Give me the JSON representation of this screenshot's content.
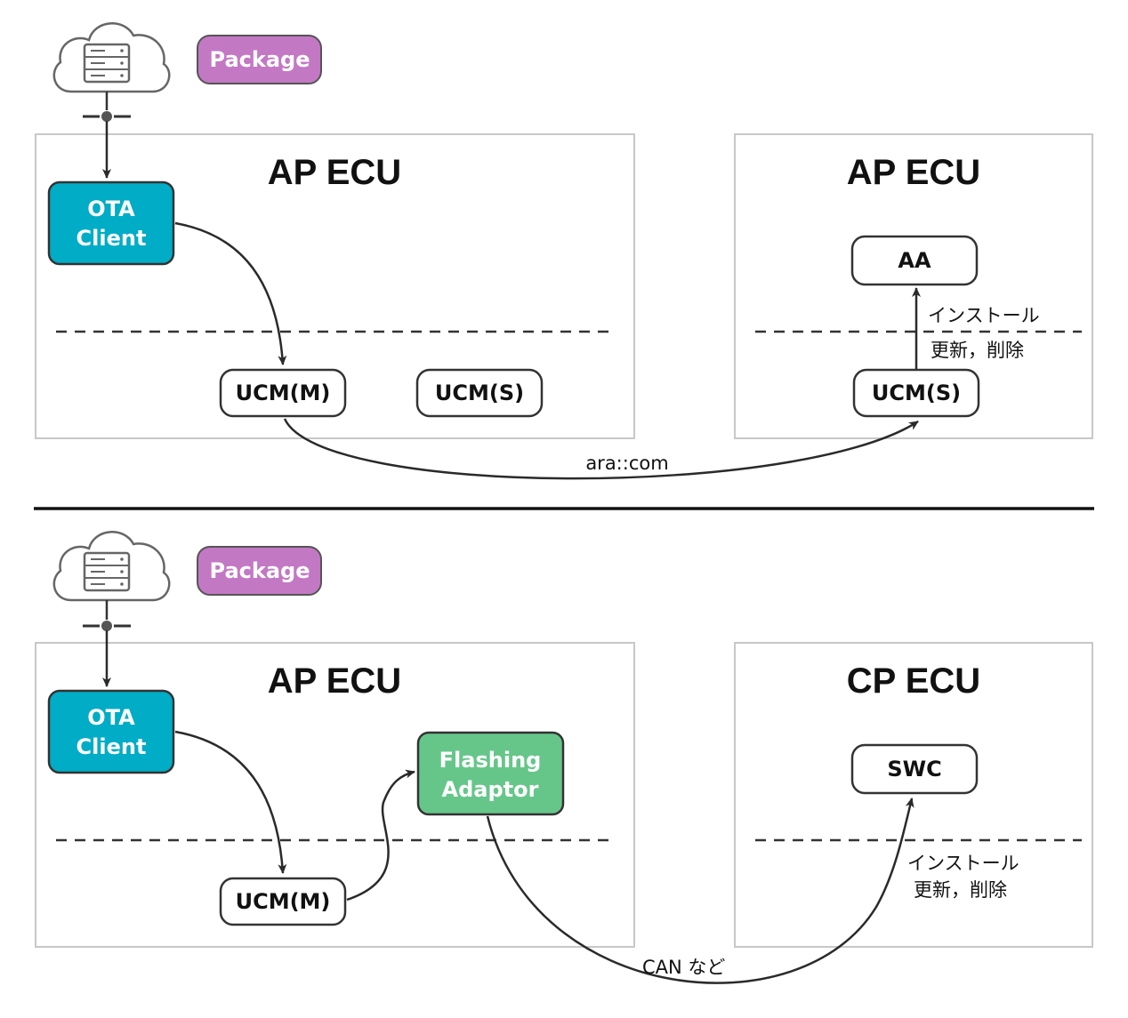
{
  "colors": {
    "ota_client": "#00acc6",
    "package": "#c378c4",
    "flashing_adaptor": "#66c68a",
    "node_border": "#333333"
  },
  "top": {
    "package_label": "Package",
    "left_ecu": {
      "title": "AP ECU",
      "ota_client": [
        "OTA",
        "Client"
      ],
      "ucm_master": "UCM(M)",
      "ucm_slave": "UCM(S)"
    },
    "right_ecu": {
      "title": "AP ECU",
      "app": "AA",
      "ucm_slave": "UCM(S)",
      "install_label": [
        "インストール",
        "更新，削除"
      ]
    },
    "connection_label": "ara::com"
  },
  "bottom": {
    "package_label": "Package",
    "left_ecu": {
      "title": "AP ECU",
      "ota_client": [
        "OTA",
        "Client"
      ],
      "ucm_master": "UCM(M)",
      "flashing_adaptor": [
        "Flashing",
        "Adaptor"
      ]
    },
    "right_ecu": {
      "title": "CP ECU",
      "swc": "SWC",
      "install_label": [
        "インストール",
        "更新，削除"
      ]
    },
    "connection_label": "CAN など"
  }
}
